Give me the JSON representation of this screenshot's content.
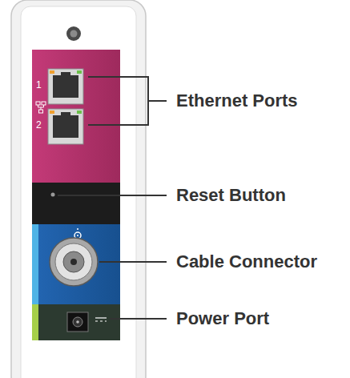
{
  "diagram": {
    "labels": [
      "1",
      "2",
      "Ethernet Ports",
      "Reset Button",
      "Cable Connector",
      "Power Port"
    ]
  }
}
